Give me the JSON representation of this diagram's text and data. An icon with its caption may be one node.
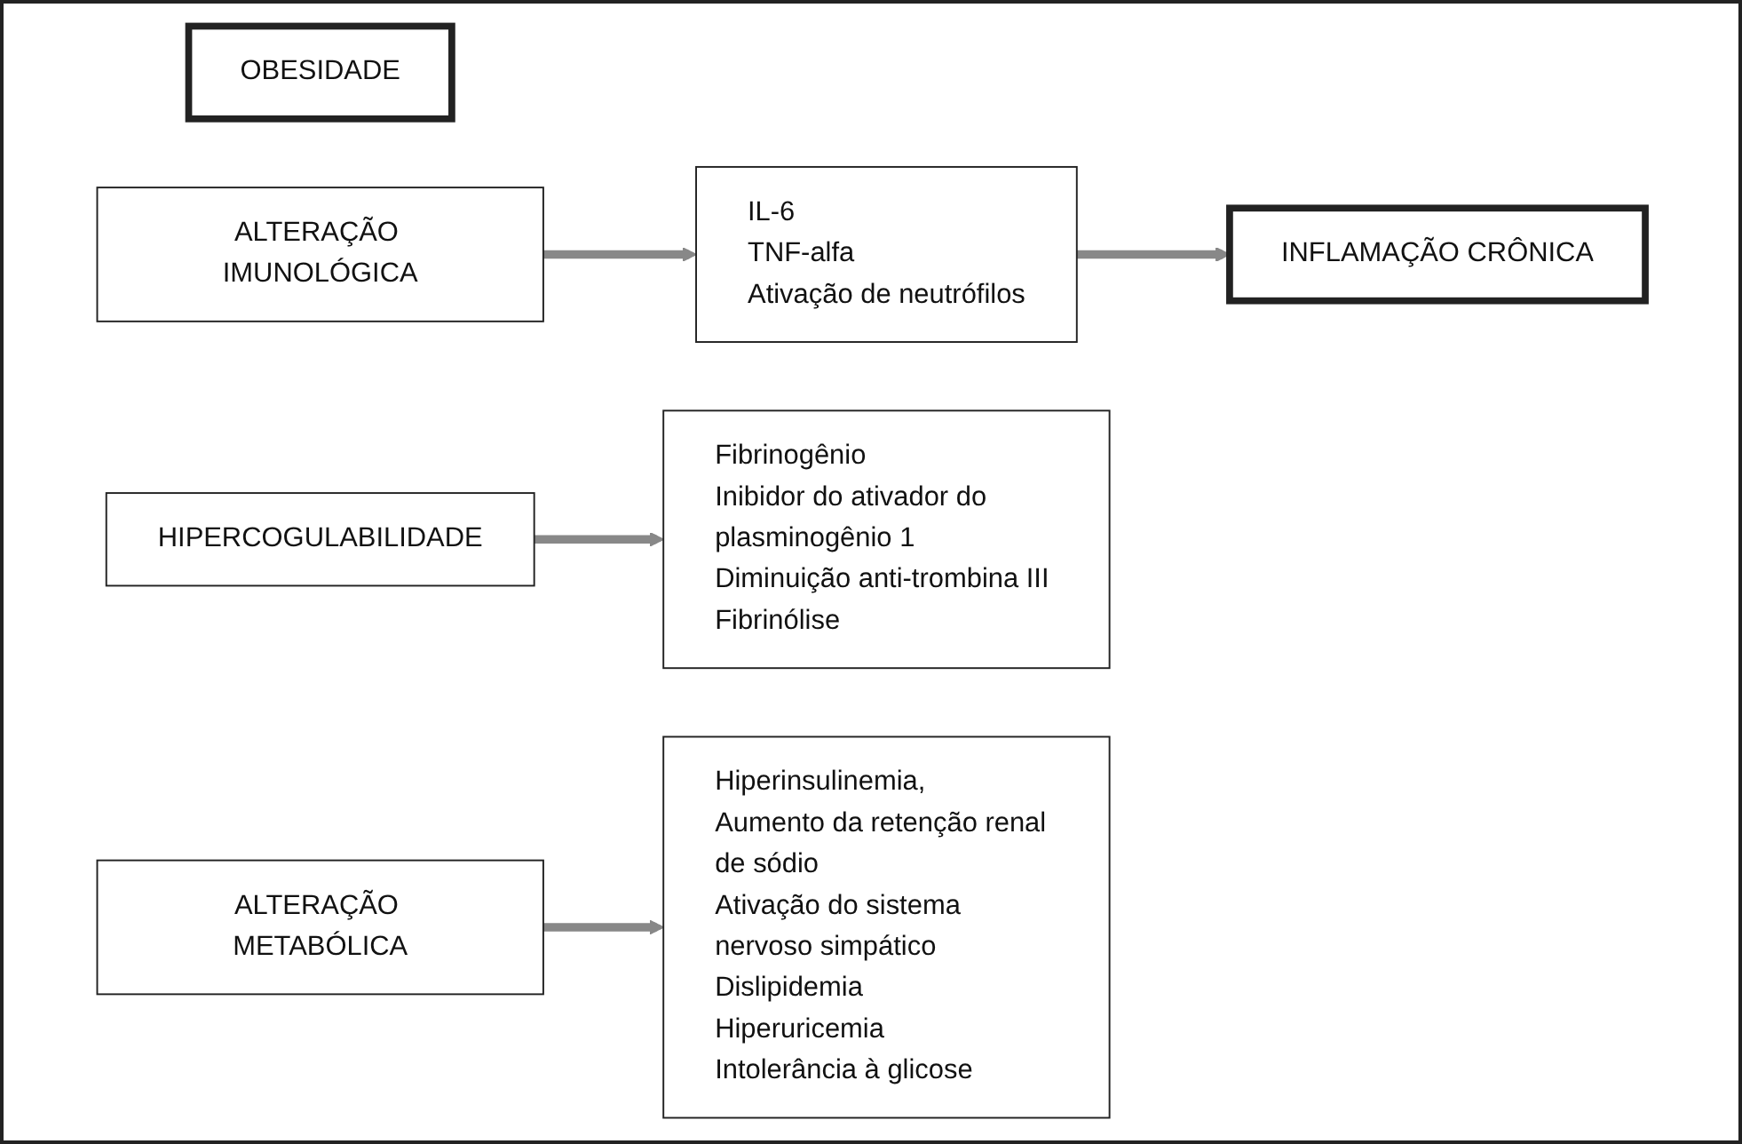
{
  "diagram": {
    "nodes": [
      {
        "text": [
          "OBESIDADE"
        ]
      },
      {
        "text": [
          "ALTERAÇÃO IMUNOLÓGICA"
        ]
      },
      {
        "text": [
          "IL-6",
          "TNF-alfa",
          "Ativação de neutrófilos"
        ]
      },
      {
        "text": [
          "HIPERCOGULABILIDADE"
        ]
      },
      {
        "text": [
          "Fibrinogênio",
          "Inibidor do ativador do plasminogênio 1",
          "Diminuição anti-trombina III",
          "Fibrinólise"
        ]
      },
      {
        "text": [
          "ALTERAÇÃO METABÓLICA"
        ]
      },
      {
        "text": [
          "Hiperinsulinemia,",
          "Aumento da retenção renal de sódio",
          "Ativação do sistema nervoso simpático",
          "Dislipidemia",
          "Hiperuricemia",
          "Intolerância à glicose"
        ]
      },
      {
        "text": [
          "INFLAMAÇÃO CRÔNICA"
        ]
      }
    ],
    "edges": [
      {
        "from": 1,
        "to": 2,
        "arrow": "to"
      },
      {
        "from": 3,
        "to": 4,
        "arrow": "to"
      },
      {
        "from": 5,
        "to": 6,
        "arrow": "to"
      },
      {
        "from": 2,
        "to": 7,
        "arrow": "to"
      }
    ]
  }
}
